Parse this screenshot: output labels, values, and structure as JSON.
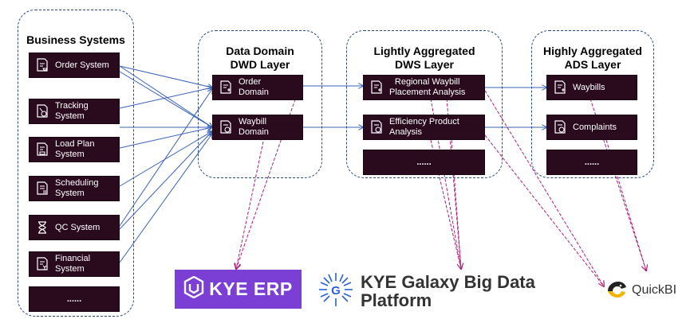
{
  "groups": {
    "business": {
      "title": "Business Systems"
    },
    "dwd": {
      "title_line1": "Data Domain",
      "title_line2": "DWD Layer"
    },
    "dws": {
      "title_line1": "Lightly Aggregated",
      "title_line2": "DWS Layer"
    },
    "ads": {
      "title_line1": "Highly Aggregated",
      "title_line2": "ADS Layer"
    }
  },
  "business_nodes": [
    {
      "l1": "Order System",
      "l2": ""
    },
    {
      "l1": "Tracking",
      "l2": "System"
    },
    {
      "l1": "Load Plan",
      "l2": "System"
    },
    {
      "l1": "Scheduling",
      "l2": "System"
    },
    {
      "l1": "QC System",
      "l2": ""
    },
    {
      "l1": "Financial",
      "l2": "System"
    },
    {
      "l1": "......",
      "l2": ""
    }
  ],
  "dwd_nodes": [
    {
      "l1": "Order",
      "l2": "Domain"
    },
    {
      "l1": "Waybill",
      "l2": "Domain"
    }
  ],
  "dws_nodes": [
    {
      "l1": "Regional Waybill",
      "l2": "Placement Analysis"
    },
    {
      "l1": "Efficiency Product",
      "l2": "Analysis"
    },
    {
      "l1": "......",
      "l2": ""
    }
  ],
  "ads_nodes": [
    {
      "l1": "Waybills",
      "l2": ""
    },
    {
      "l1": "Complaints",
      "l2": ""
    },
    {
      "l1": "......",
      "l2": ""
    }
  ],
  "consumers": {
    "erp": "KYE ERP",
    "galaxy_line1": "KYE Galaxy Big Data",
    "galaxy_line2": "Platform",
    "quickbi": "QuickBI"
  },
  "colors": {
    "node_fill": "#2a0b1e",
    "flow_line": "#3a62b8",
    "consumer_line": "#b0207a",
    "group_border": "#2b4a7a",
    "erp_purple": "#7b3fd6",
    "galaxy_blue": "#2a5fd6"
  }
}
